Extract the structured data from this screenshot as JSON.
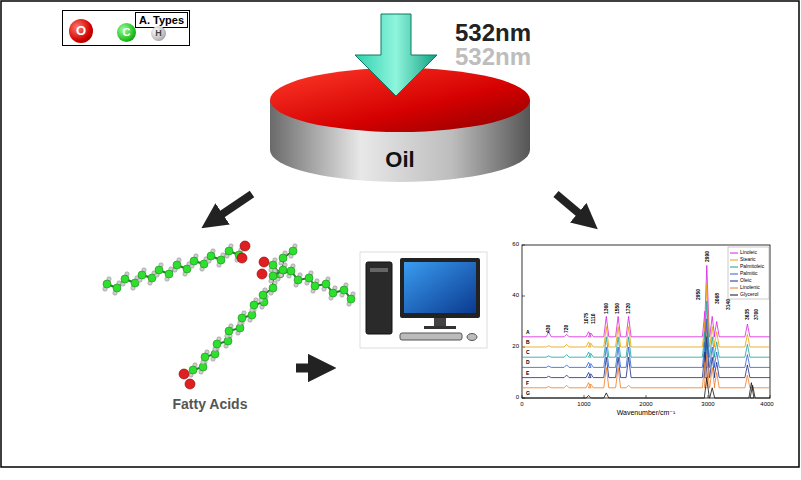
{
  "diagram": {
    "nodes": [
      {
        "text": [
          "A. Types"
        ]
      },
      {
        "text": [
          "O"
        ],
        "in": 0
      },
      {
        "text": [
          "C"
        ],
        "in": 0
      },
      {
        "text": [
          "H"
        ],
        "in": 0
      },
      {
        "text": [
          "Oil"
        ]
      }
    ],
    "labels": [
      "532nm",
      "532nm",
      "Fatty Acids",
      "60",
      "40",
      "20",
      "0",
      "0",
      "1000",
      "2000",
      "3000",
      "4000",
      "Wavenumber/cm⁻¹",
      "A",
      "B",
      "C",
      "D",
      "E",
      "F",
      "G",
      "430",
      "720",
      "1075",
      "1110",
      "1360",
      "1550",
      "1720",
      "2950",
      "2990",
      "3068",
      "3140",
      "3635",
      "3700"
    ],
    "legend": [
      {
        "text": "Linoleic"
      },
      {
        "text": "Stearic"
      },
      {
        "text": "Palmitoleic"
      },
      {
        "text": "Palmitic"
      },
      {
        "text": "Oleic"
      },
      {
        "text": "Linolenic"
      },
      {
        "text": "Glycerol"
      }
    ]
  }
}
